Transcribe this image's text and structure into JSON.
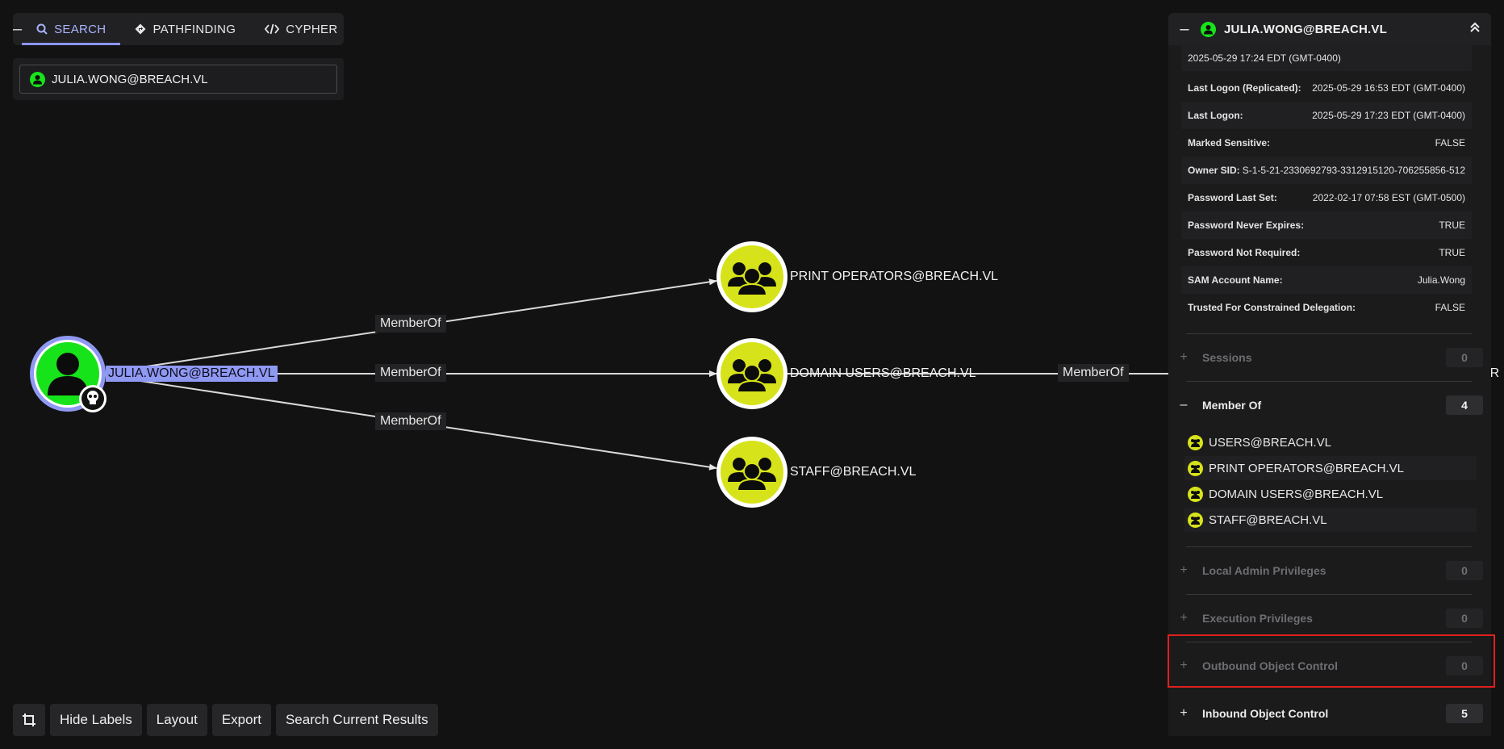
{
  "search_panel": {
    "tabs": [
      {
        "label": "SEARCH",
        "active": true
      },
      {
        "label": "PATHFINDING",
        "active": false
      },
      {
        "label": "CYPHER",
        "active": false
      }
    ],
    "search_value": "JULIA.WONG@BREACH.VL"
  },
  "graph": {
    "nodes": {
      "user": "JULIA.WONG@BREACH.VL",
      "print_operators": "PRINT OPERATORS@BREACH.VL",
      "domain_users": "DOMAIN USERS@BREACH.VL",
      "staff": "STAFF@BREACH.VL",
      "offscreen": "ER"
    },
    "edges": {
      "e1": "MemberOf",
      "e2": "MemberOf",
      "e3": "MemberOf",
      "e4": "MemberOf"
    }
  },
  "toolbar": {
    "hide_labels": "Hide Labels",
    "layout": "Layout",
    "export": "Export",
    "search_results": "Search Current Results"
  },
  "right_panel": {
    "title": "JULIA.WONG@BREACH.VL",
    "partial_value": "2025-05-29 17:24 EDT (GMT-0400)",
    "properties": [
      {
        "key": "Last Logon (Replicated):",
        "value": "2025-05-29 16:53 EDT (GMT-0400)"
      },
      {
        "key": "Last Logon:",
        "value": "2025-05-29 17:23 EDT (GMT-0400)"
      },
      {
        "key": "Marked Sensitive:",
        "value": "FALSE"
      },
      {
        "key": "Owner SID:",
        "value": "S-1-5-21-2330692793-3312915120-706255856-512"
      },
      {
        "key": "Password Last Set:",
        "value": "2022-02-17 07:58 EST (GMT-0500)"
      },
      {
        "key": "Password Never Expires:",
        "value": "TRUE"
      },
      {
        "key": "Password Not Required:",
        "value": "TRUE"
      },
      {
        "key": "SAM Account Name:",
        "value": "Julia.Wong"
      },
      {
        "key": "Trusted For Constrained Delegation:",
        "value": "FALSE"
      }
    ],
    "sections": {
      "sessions": {
        "label": "Sessions",
        "count": "0"
      },
      "member_of": {
        "label": "Member Of",
        "count": "4"
      },
      "local_admin": {
        "label": "Local Admin Privileges",
        "count": "0"
      },
      "execution": {
        "label": "Execution Privileges",
        "count": "0"
      },
      "outbound": {
        "label": "Outbound Object Control",
        "count": "0"
      },
      "inbound": {
        "label": "Inbound Object Control",
        "count": "5"
      }
    },
    "members": [
      "USERS@BREACH.VL",
      "PRINT OPERATORS@BREACH.VL",
      "DOMAIN USERS@BREACH.VL",
      "STAFF@BREACH.VL"
    ]
  },
  "colors": {
    "user_node": "#17e31a",
    "group_node": "#d7e31a",
    "accent": "#8b94f5",
    "highlight": "#e0201e"
  }
}
